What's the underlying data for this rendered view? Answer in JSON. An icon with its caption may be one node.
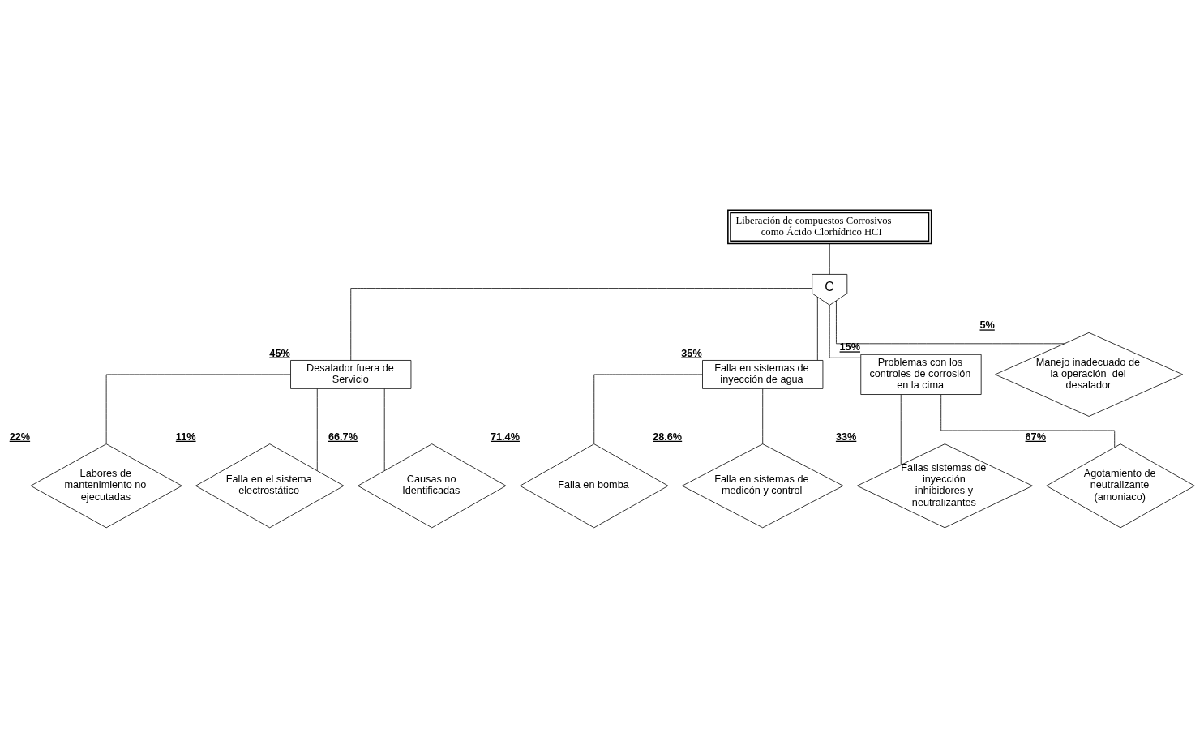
{
  "diagram": {
    "nodes": [
      {
        "text": [
          "Liberación de compuestos Corrosivos como Ácido Clorhídrico HCI"
        ]
      },
      {
        "text": [
          "C"
        ]
      },
      {
        "text": [
          "Desalador fuera de Servicio"
        ],
        "beside": [
          "45%"
        ]
      },
      {
        "text": [
          "Falla en sistemas de inyección de agua"
        ],
        "beside": [
          "35%"
        ]
      },
      {
        "text": [
          "Problemas con los controles de corrosión en la cima"
        ],
        "beside": [
          "15%"
        ]
      },
      {
        "text": [
          "Manejo inadecuado de la operación  del desalador"
        ],
        "beside": [
          "5%"
        ]
      },
      {
        "text": [
          "Labores de mantenimiento no ejecutadas"
        ],
        "beside": [
          "22%"
        ]
      },
      {
        "text": [
          "Falla en el sistema electrostático"
        ],
        "beside": [
          "11%"
        ]
      },
      {
        "text": [
          "Causas no Identificadas"
        ],
        "beside": [
          "66.7%"
        ]
      },
      {
        "text": [
          "Falla en bomba"
        ],
        "beside": [
          "71.4%"
        ]
      },
      {
        "text": [
          "Falla en sistemas de medicón y control"
        ],
        "beside": [
          "28.6%"
        ]
      },
      {
        "text": [
          "Fallas sistemas de inyección inhibidores y neutralizantes"
        ],
        "beside": [
          "33%"
        ]
      },
      {
        "text": [
          "Agotamiento de neutralizante (amoniaco)"
        ],
        "beside": [
          "67%"
        ]
      }
    ],
    "edges": [
      {
        "from": 0,
        "to": 1,
        "arrow": "none"
      },
      {
        "from": 1,
        "to": 2,
        "arrow": "none"
      },
      {
        "from": 1,
        "to": 3,
        "arrow": "none"
      },
      {
        "from": 1,
        "to": 5,
        "arrow": "none"
      },
      {
        "from": 1,
        "to": 4,
        "arrow": "none"
      },
      {
        "from": 2,
        "to": 6,
        "arrow": "none"
      },
      {
        "from": 2,
        "to": 8,
        "arrow": "none"
      },
      {
        "from": 2,
        "to": 7,
        "arrow": "none"
      },
      {
        "from": 3,
        "to": 9,
        "arrow": "none"
      },
      {
        "from": 3,
        "to": 10,
        "arrow": "none"
      },
      {
        "from": 4,
        "to": 11,
        "arrow": "none"
      },
      {
        "from": 4,
        "to": 12,
        "arrow": "none"
      }
    ]
  }
}
